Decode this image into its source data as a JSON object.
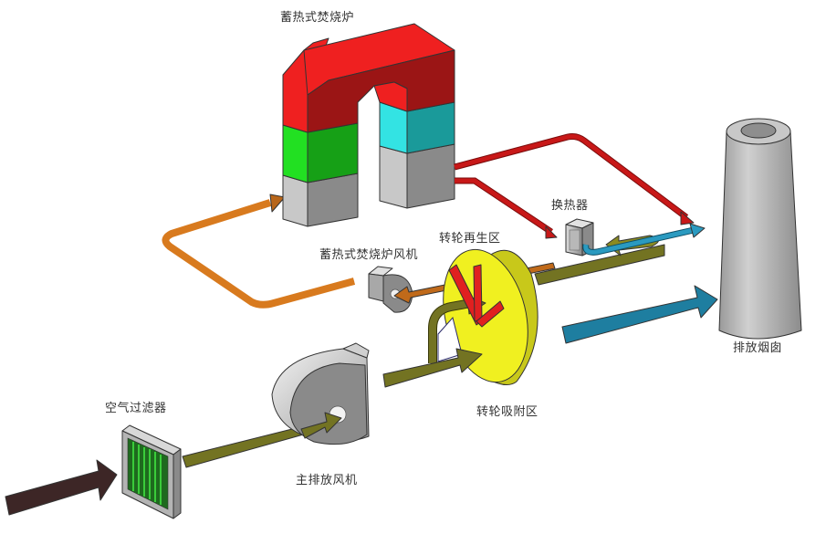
{
  "labels": {
    "furnace": "蓄热式焚烧炉",
    "furnace_fan": "蓄热式焚烧炉风机",
    "regeneration_zone": "转轮再生区",
    "heat_exchanger": "换热器",
    "chimney": "排放烟囱",
    "air_filter": "空气过滤器",
    "main_fan": "主排放风机",
    "adsorption_zone": "转轮吸附区"
  },
  "colors": {
    "furnace_top_light": "#ef2020",
    "furnace_top_dark": "#9b1515",
    "furnace_green_light": "#22e022",
    "furnace_green_dark": "#16a016",
    "furnace_cyan_light": "#33e3e3",
    "furnace_cyan_dark": "#1a9a9a",
    "furnace_base_light": "#c8c8c8",
    "furnace_base_dark": "#8a8a8a",
    "hot_gas": "#c01818",
    "regen_air": "#d87a1e",
    "process_air": "#737322",
    "clean_air": "#1e7ea0",
    "inlet_air": "#3d2626",
    "rotor": "#f0f020",
    "rotor_side": "#c8c81a",
    "chimney": "#aaaaaa",
    "filter_media": "#2a9a2a"
  }
}
